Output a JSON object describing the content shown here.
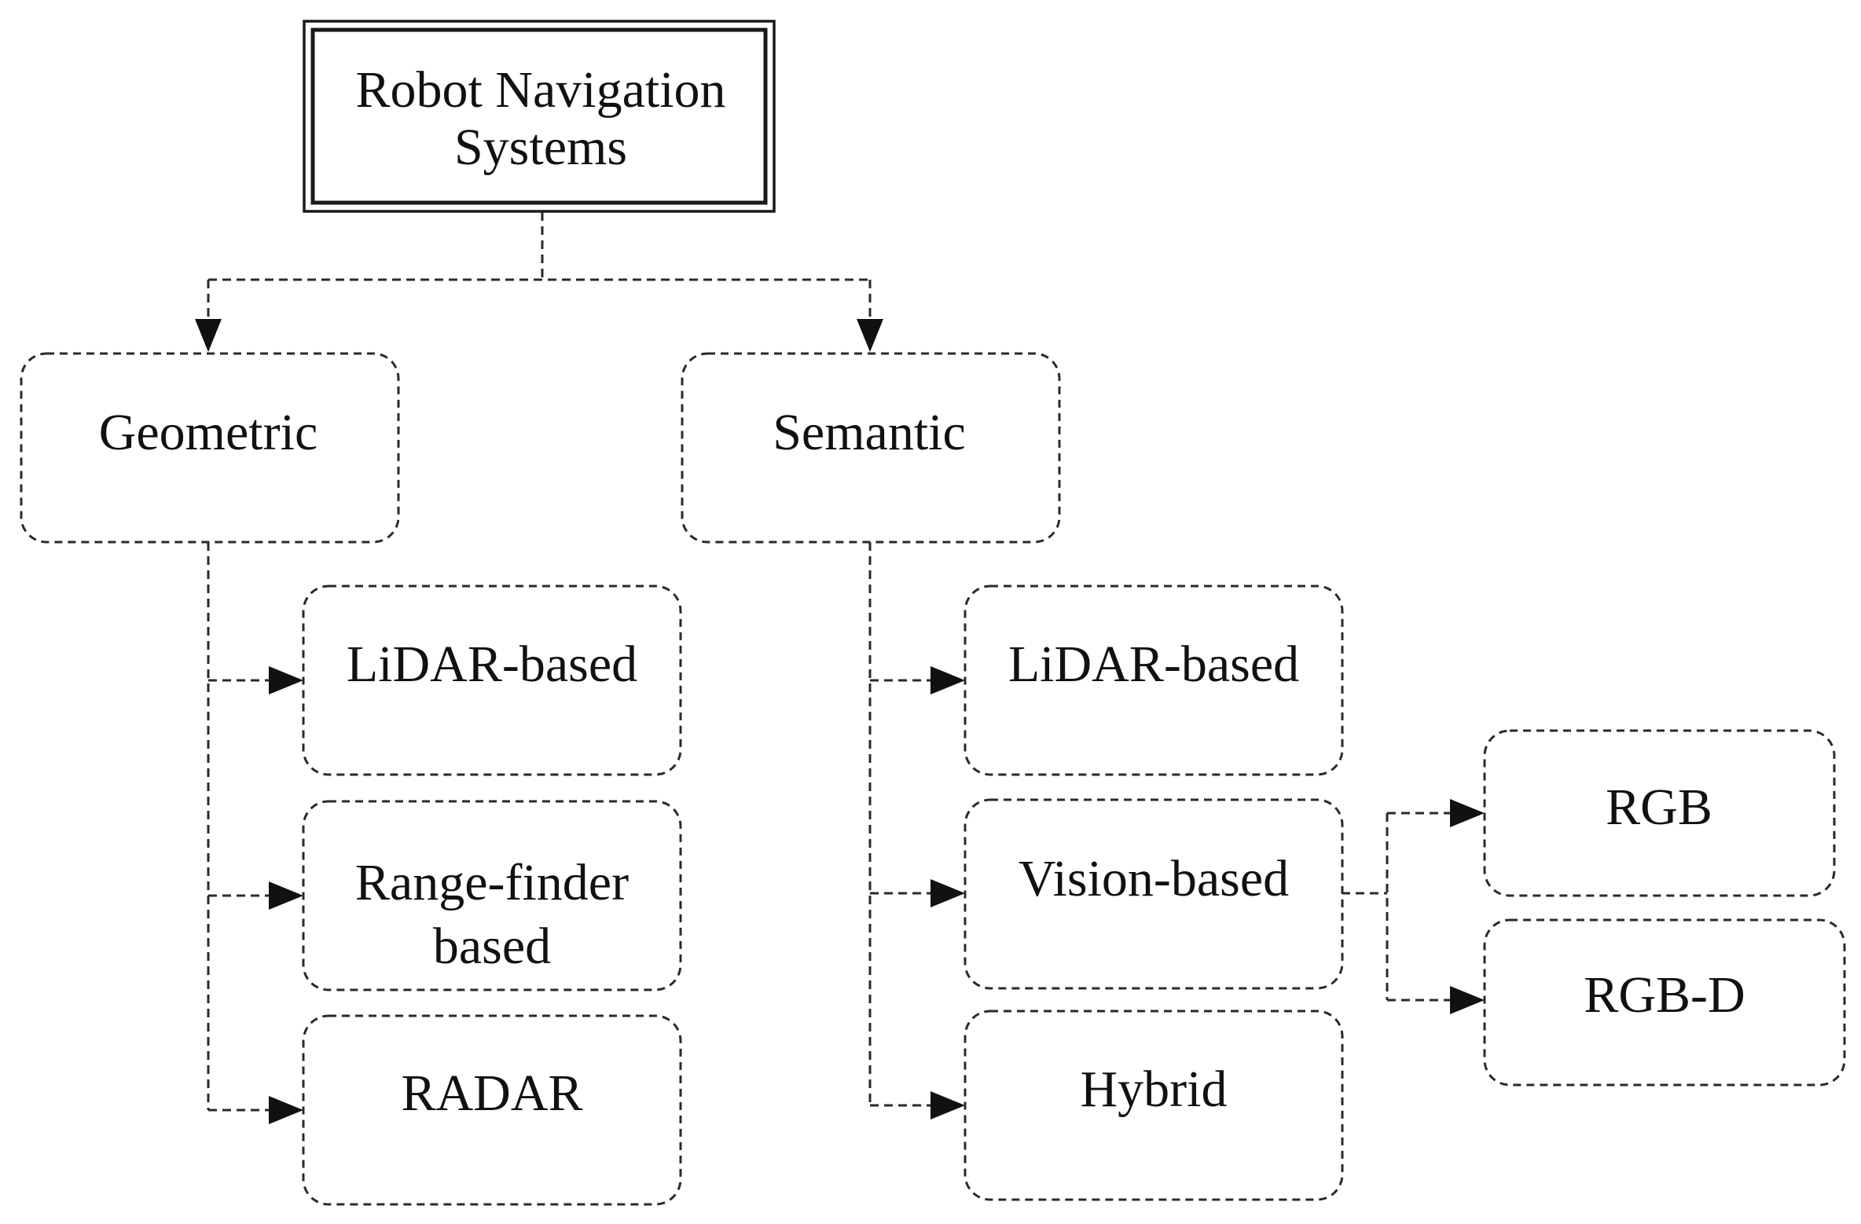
{
  "diagram": {
    "root": {
      "line1": "Robot Navigation",
      "line2": "Systems"
    },
    "geometric": {
      "label": "Geometric",
      "children": {
        "lidar": "LiDAR-based",
        "rangefinder_line1": "Range-finder",
        "rangefinder_line2": "based",
        "radar": "RADAR"
      }
    },
    "semantic": {
      "label": "Semantic",
      "children": {
        "lidar": "LiDAR-based",
        "vision": "Vision-based",
        "hybrid": "Hybrid"
      }
    },
    "vision": {
      "children": {
        "rgb": "RGB",
        "rgbd": "RGB-D"
      }
    }
  }
}
